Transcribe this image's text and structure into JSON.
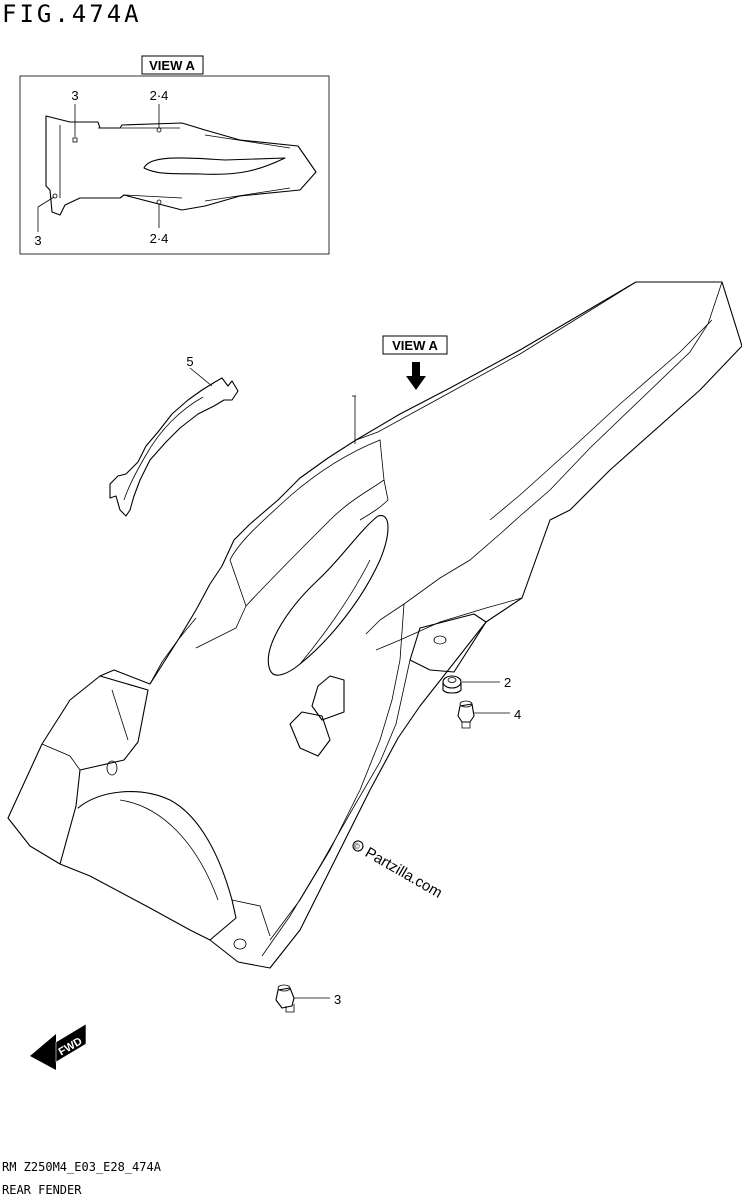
{
  "figure": {
    "title": "FIG.474A"
  },
  "view_label": "VIEW A",
  "inset": {
    "label": "VIEW A",
    "callouts": [
      "3",
      "2·4",
      "3",
      "2·4"
    ]
  },
  "main": {
    "view_label": "VIEW A",
    "callouts": [
      "5",
      "2",
      "4",
      "3"
    ]
  },
  "watermark": "Partzilla.com",
  "fwd_label": "FWD",
  "footer": {
    "code": "RM Z250M4_E03_E28_474A",
    "name": "REAR FENDER"
  }
}
